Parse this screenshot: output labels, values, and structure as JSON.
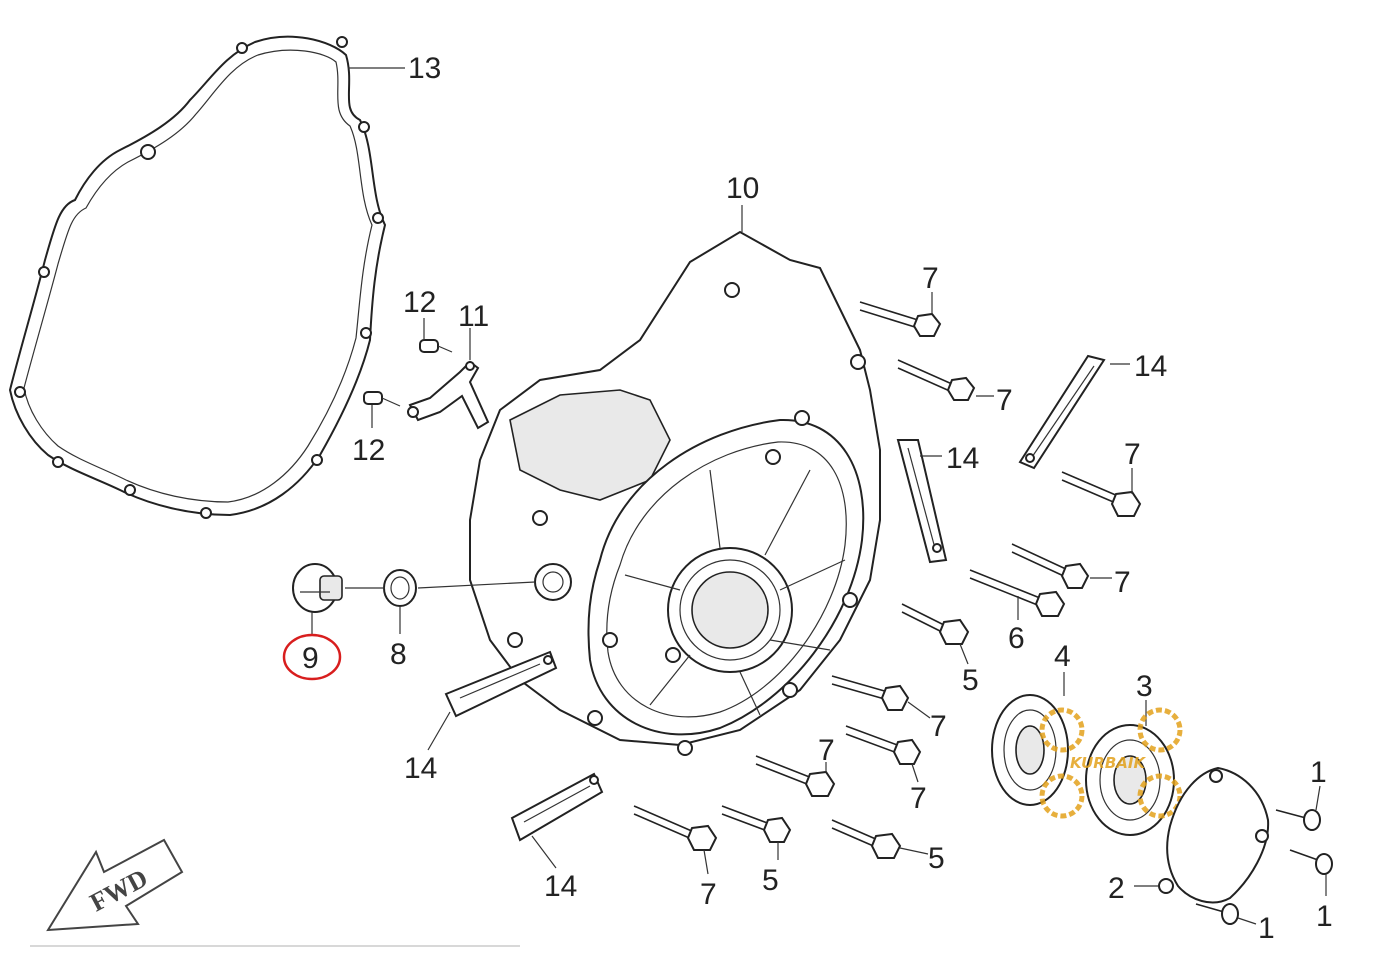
{
  "diagram": {
    "callouts": {
      "c13": "13",
      "c10": "10",
      "c12a": "12",
      "c11": "11",
      "c12b": "12",
      "c14a": "14",
      "c14b": "14",
      "c14c": "14",
      "c14d": "14",
      "c7a": "7",
      "c7b": "7",
      "c7c": "7",
      "c7d": "7",
      "c7e": "7",
      "c7f": "7",
      "c7g": "7",
      "c7h": "7",
      "c6": "6",
      "c5a": "5",
      "c5b": "5",
      "c5c": "5",
      "c4": "4",
      "c3": "3",
      "c2": "2",
      "c1a": "1",
      "c1b": "1",
      "c1c": "1",
      "c9": "9",
      "c8": "8"
    },
    "highlighted_part": "9",
    "highlight_color": "#d81e1e",
    "fwd_label": "FWD",
    "watermark": {
      "text": "KURBAIK",
      "color": "#e3a21c",
      "icon": "atv-tire-logo-icon"
    }
  }
}
